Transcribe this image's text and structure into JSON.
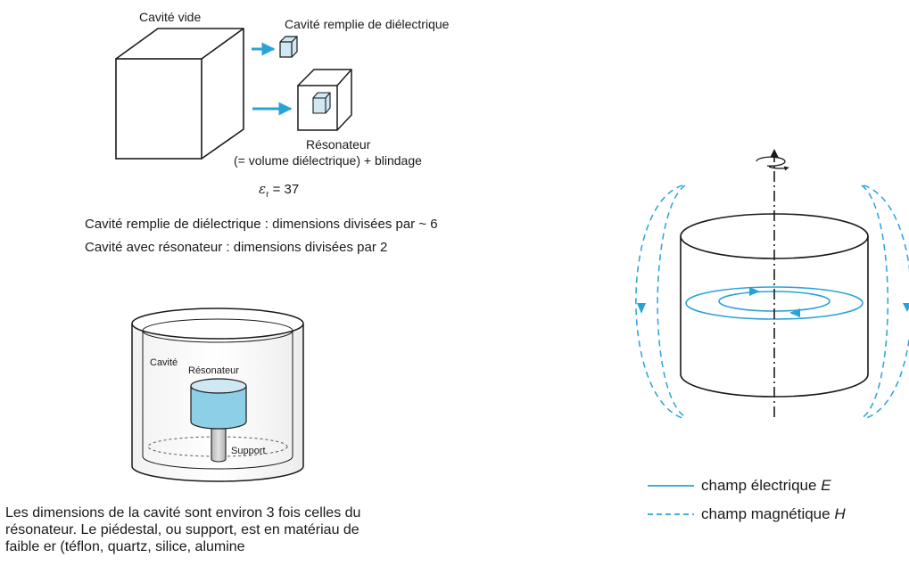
{
  "cavity_diagram": {
    "empty_cavity_label": "Cavité vide",
    "filled_cavity_label": "Cavité remplie de diélectrique",
    "resonator_label": "Résonateur",
    "resonator_note": "(= volume diélectrique) + blindage",
    "epsilon_symbol": "ε",
    "epsilon_subscript": "r",
    "epsilon_value": "= 37",
    "note_filled": "Cavité remplie de diélectrique : dimensions divisées par ~ 6",
    "note_resonator": "Cavité avec résonateur : dimensions divisées par 2"
  },
  "assembly_diagram": {
    "cavity_label": "Cavité",
    "resonator_label": "Résonateur",
    "support_label": "Support",
    "caption_lines": [
      "Les dimensions de la cavité sont environ 3 fois celles du",
      "résonateur. Le piédestal, ou support, est en matériau de",
      "faible er (téflon, quartz, silice, alumine"
    ]
  },
  "field_diagram": {
    "legend": [
      {
        "text": "champ électrique ",
        "symbol": "E",
        "style": "solid"
      },
      {
        "text": "champ magnétique ",
        "symbol": "H",
        "style": "dashed"
      }
    ]
  },
  "colors": {
    "field_blue": "#29a3d6",
    "dielectric_fill": "#cfe8f4",
    "resonator_fill": "#8ecfe8",
    "line": "#1a1a1a"
  }
}
